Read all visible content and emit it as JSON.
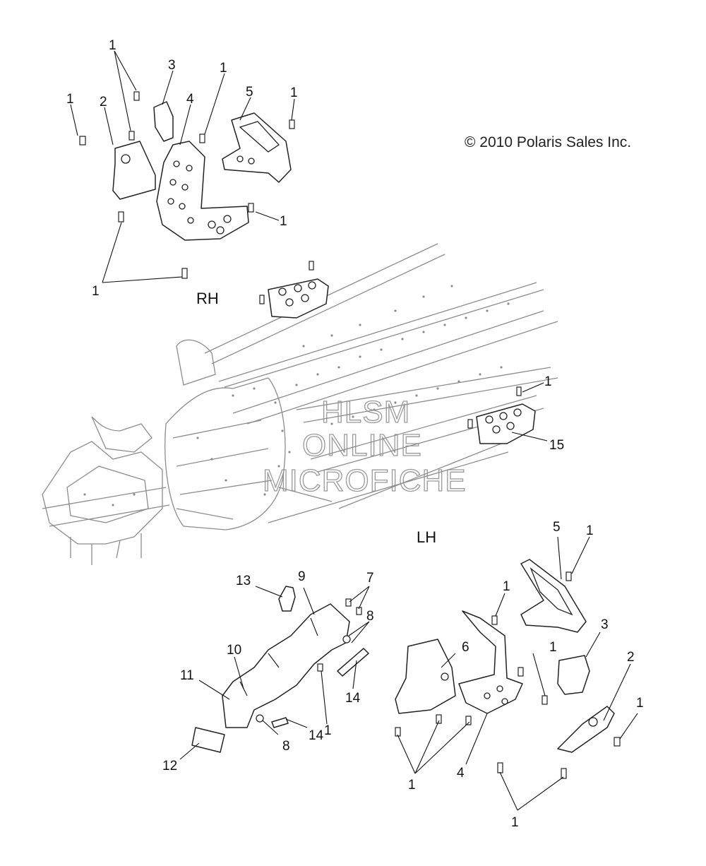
{
  "copyright": "© 2010 Polaris Sales Inc.",
  "labels": {
    "rh": "RH",
    "lh": "LH"
  },
  "watermark": {
    "line1": "HLSM",
    "line2": "ONLINE",
    "line3": "MICROFICHE"
  },
  "callouts": {
    "c1": "1",
    "c2": "2",
    "c3": "3",
    "c4": "4",
    "c5": "5",
    "c6": "6",
    "c7": "7",
    "c8": "8",
    "c9": "9",
    "c10": "10",
    "c11": "11",
    "c12": "12",
    "c13": "13",
    "c14": "14",
    "c15": "15"
  }
}
